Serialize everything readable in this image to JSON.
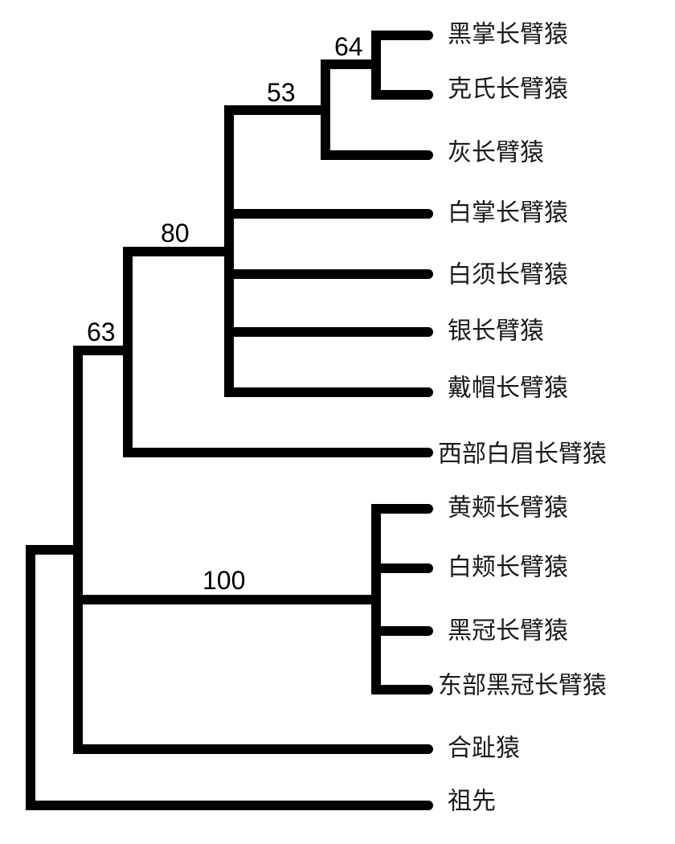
{
  "tree": {
    "leaves": [
      {
        "id": "heizhang",
        "label": "黑掌长臂猿"
      },
      {
        "id": "keshi",
        "label": "克氏长臂猿"
      },
      {
        "id": "hui",
        "label": "灰长臂猿"
      },
      {
        "id": "baizhang",
        "label": "白掌长臂猿"
      },
      {
        "id": "baixu",
        "label": "白须长臂猿"
      },
      {
        "id": "yin",
        "label": "银长臂猿"
      },
      {
        "id": "daimao",
        "label": "戴帽长臂猿"
      },
      {
        "id": "xibu",
        "label": "西部白眉长臂猿"
      },
      {
        "id": "huangjia",
        "label": "黄颊长臂猿"
      },
      {
        "id": "baijia",
        "label": "白颊长臂猿"
      },
      {
        "id": "heiguan",
        "label": "黑冠长臂猿"
      },
      {
        "id": "dongbu",
        "label": "东部黑冠长臂猿"
      },
      {
        "id": "hezhi",
        "label": "合趾猿"
      },
      {
        "id": "zuxian",
        "label": "祖先"
      }
    ],
    "support_values": {
      "n64": "64",
      "n53": "53",
      "n80": "80",
      "n63": "63",
      "n100": "100"
    },
    "line_color": "#000000",
    "text_color": "#1a1a1a"
  }
}
